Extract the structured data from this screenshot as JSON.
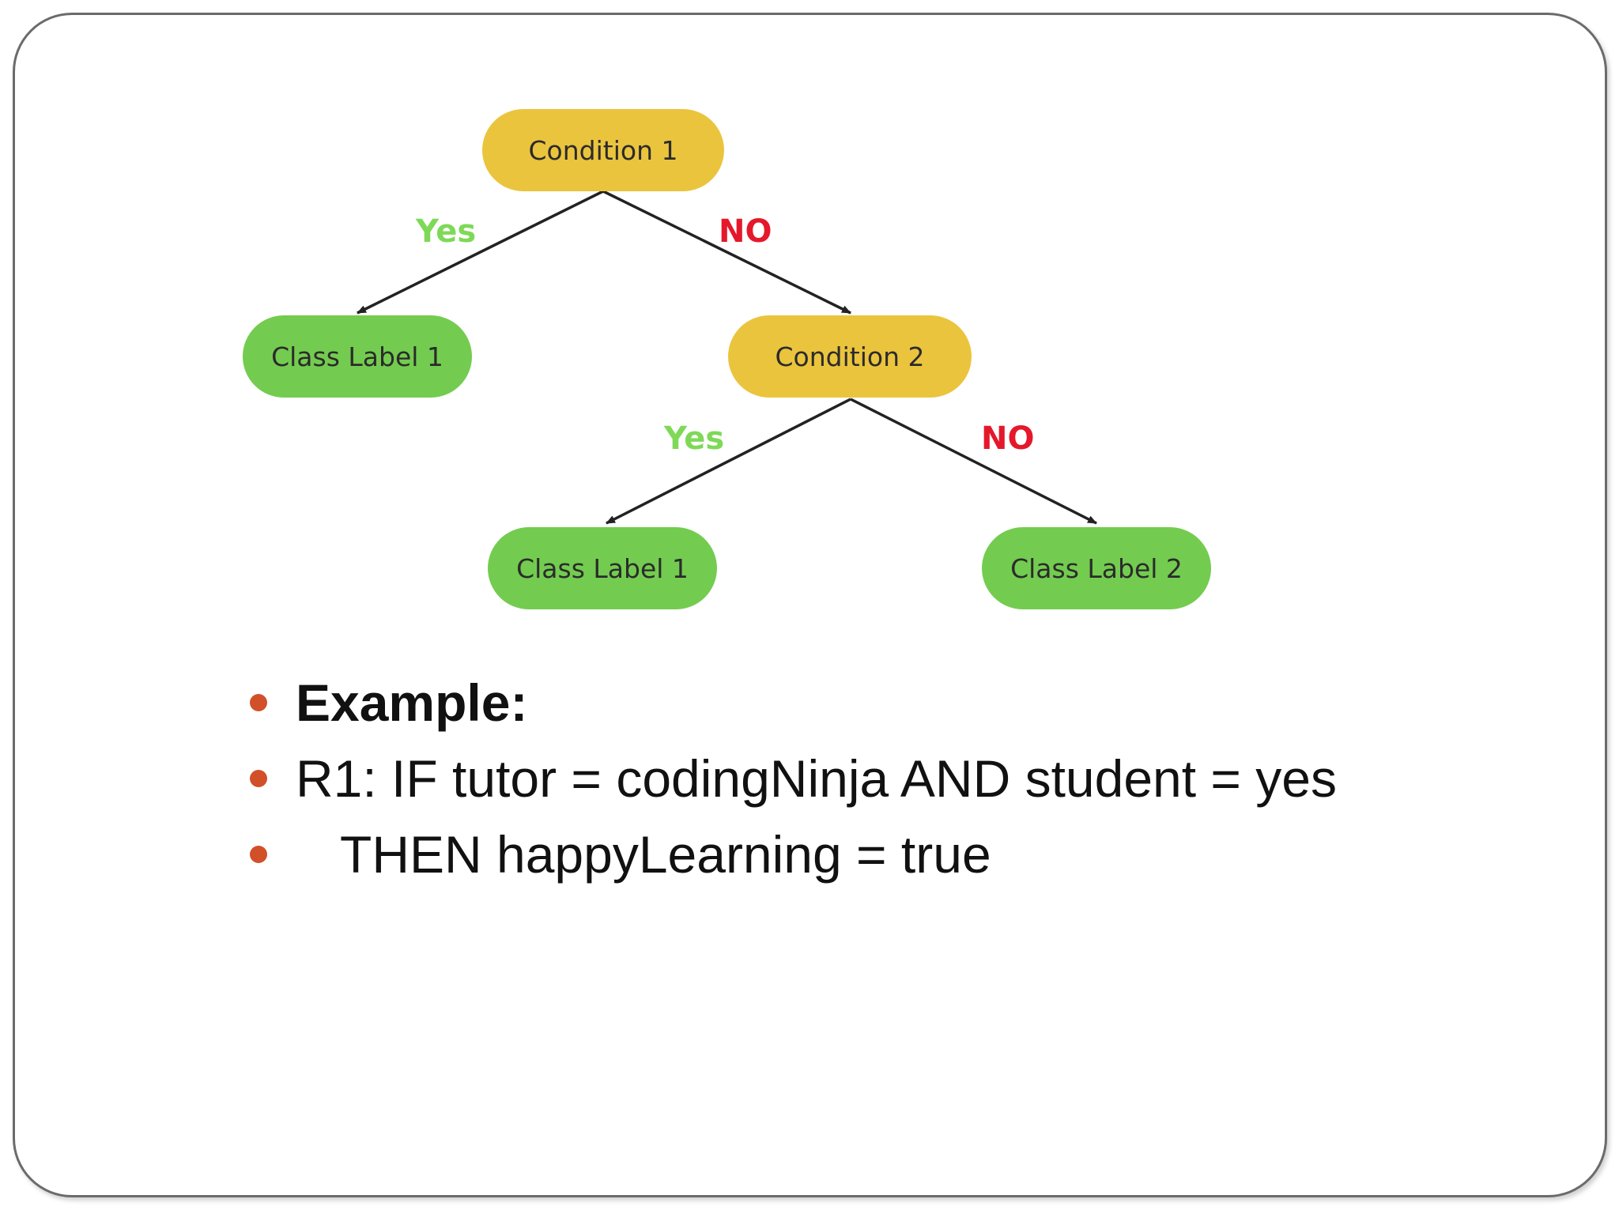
{
  "diagram": {
    "nodes": [
      {
        "id": "condition-1",
        "kind": "condition",
        "text": "Condition 1"
      },
      {
        "id": "class-label-1-left",
        "kind": "label",
        "text": "Class Label 1"
      },
      {
        "id": "condition-2",
        "kind": "condition",
        "text": "Condition 2"
      },
      {
        "id": "class-label-1-bottom",
        "kind": "label",
        "text": "Class Label 1"
      },
      {
        "id": "class-label-2",
        "kind": "label",
        "text": "Class Label 2"
      }
    ],
    "edges": [
      {
        "from": "condition-1",
        "to": "class-label-1-left",
        "label": "Yes"
      },
      {
        "from": "condition-1",
        "to": "condition-2",
        "label": "NO"
      },
      {
        "from": "condition-2",
        "to": "class-label-1-bottom",
        "label": "Yes"
      },
      {
        "from": "condition-2",
        "to": "class-label-2",
        "label": "NO"
      }
    ]
  },
  "bullets": [
    {
      "text": "Example:",
      "bold": true,
      "indented": false
    },
    {
      "text": "R1: IF tutor = codingNinja AND student = yes",
      "bold": false,
      "indented": false
    },
    {
      "text": "THEN happyLearning = true",
      "bold": false,
      "indented": true
    }
  ],
  "colors": {
    "condition_fill": "#ebc43e",
    "label_fill": "#73cc4f",
    "yes_text": "#7ed957",
    "no_text": "#e5182b",
    "bullet": "#d1502a",
    "edge": "#222222"
  }
}
